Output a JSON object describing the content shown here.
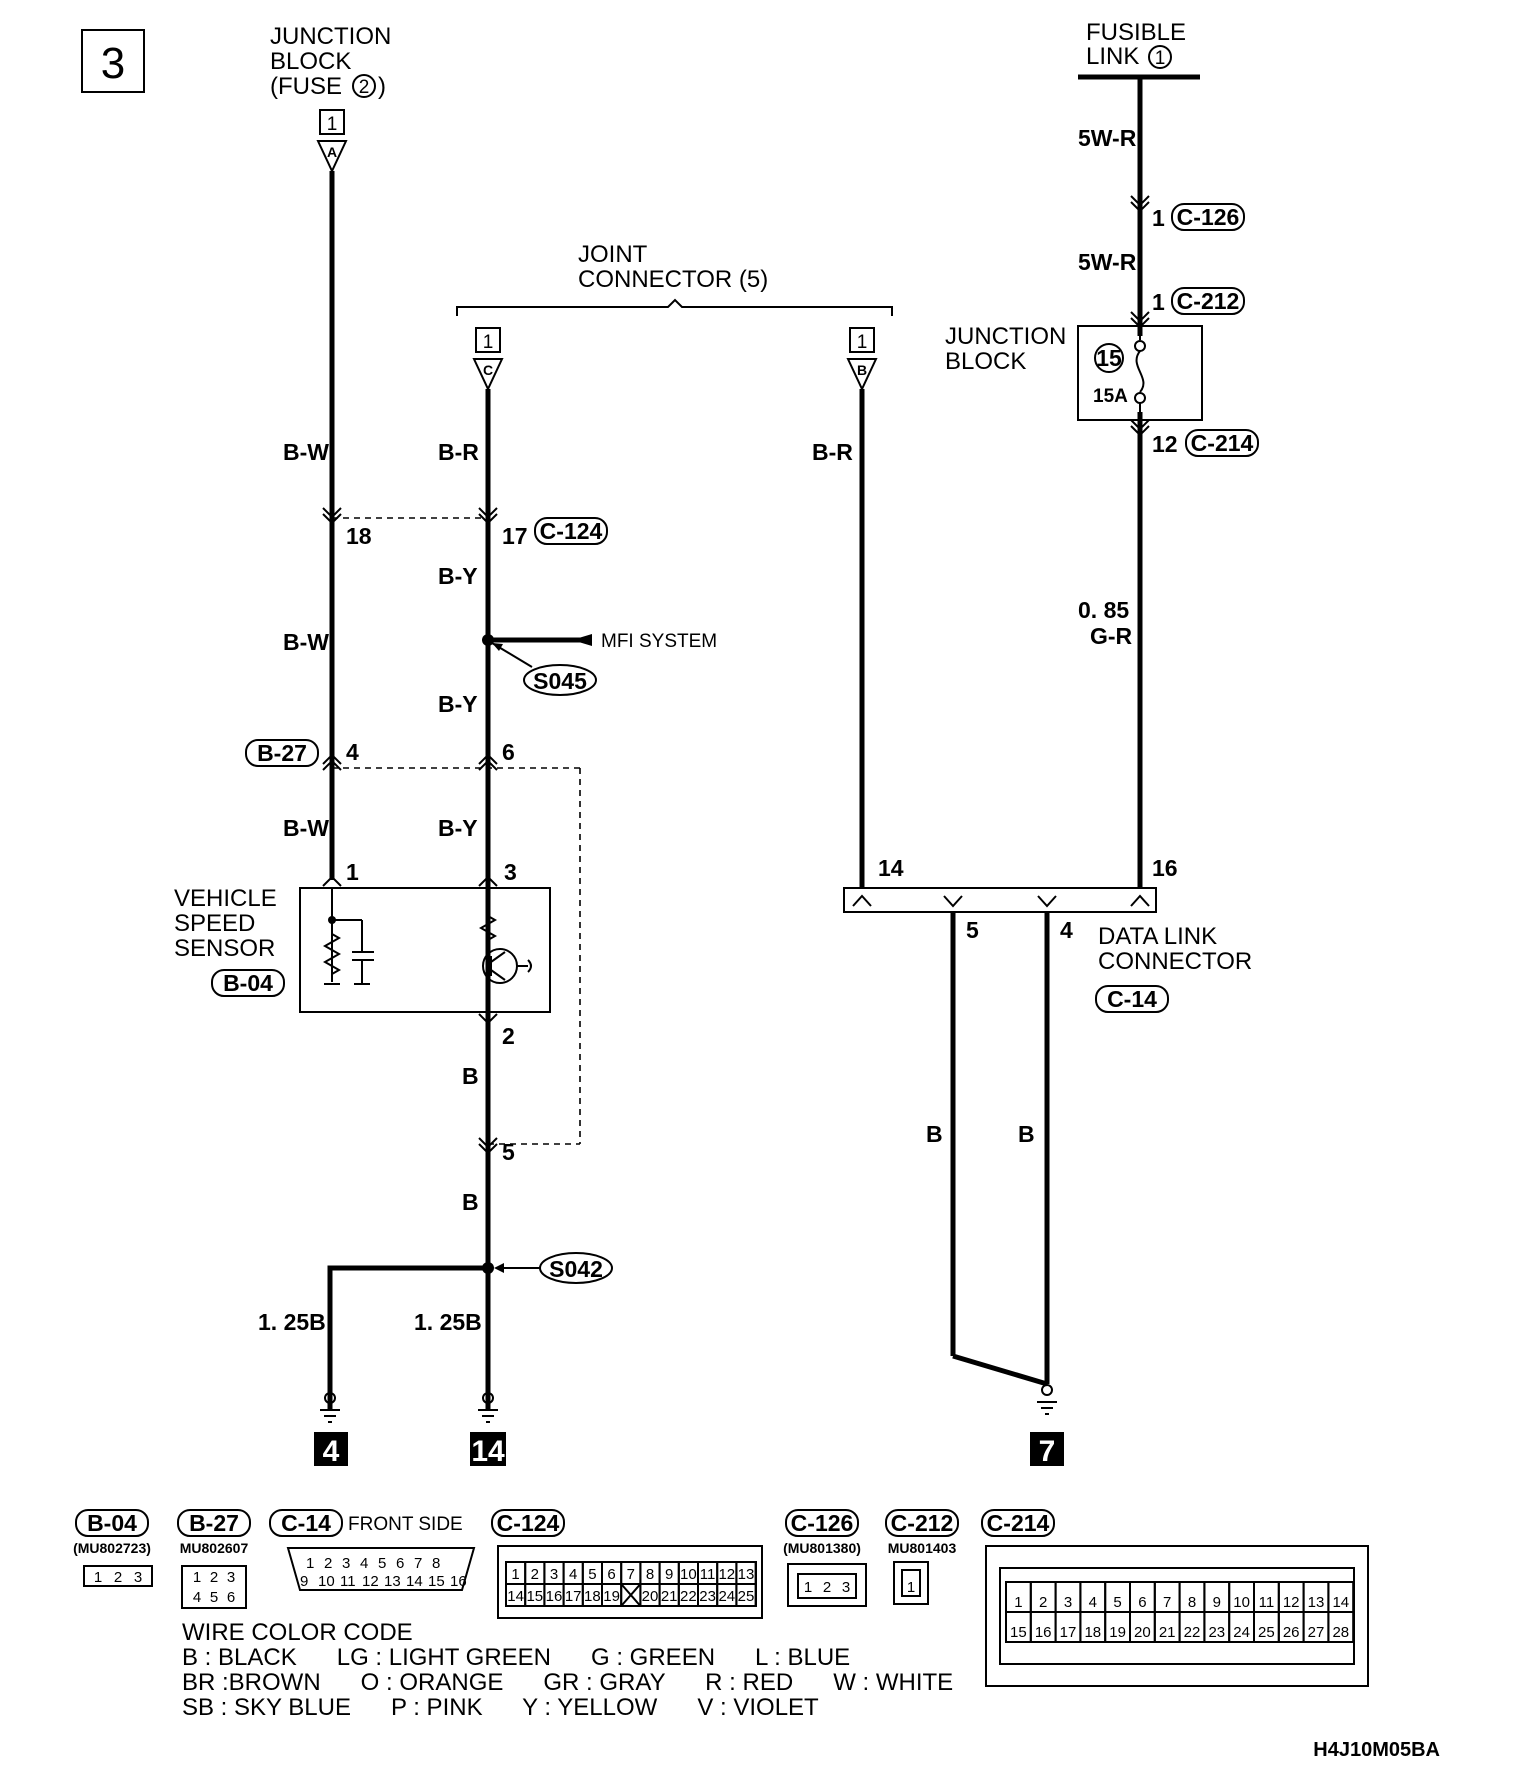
{
  "page_number": "3",
  "labels": {
    "junction_block_fuse": [
      "JUNCTION",
      "BLOCK",
      "(FUSE",
      "2",
      ")"
    ],
    "fusible_link": [
      "FUSIBLE",
      "LINK",
      "1"
    ],
    "joint_connector": [
      "JOINT",
      "CONNECTOR (5)"
    ],
    "junction_block": [
      "JUNCTION",
      "BLOCK"
    ],
    "vehicle_speed_sensor": [
      "VEHICLE",
      "SPEED",
      "SENSOR"
    ],
    "data_link_connector": [
      "DATA LINK",
      "CONNECTOR"
    ],
    "mfi_system": "MFI SYSTEM",
    "fuse_number": "15",
    "fuse_rating": "15A"
  },
  "connector_refs": {
    "c126": "C-126",
    "c212": "C-212",
    "c214": "C-214",
    "c124": "C-124",
    "b27": "B-27",
    "b04": "B-04",
    "c14": "C-14"
  },
  "splices": {
    "s045": "S045",
    "s042": "S042"
  },
  "wires": {
    "bw": "B-W",
    "br": "B-R",
    "by": "B-Y",
    "b": "B",
    "b125": "1. 25B",
    "w5r": "5W-R",
    "g085": "0. 85",
    "gr": "G-R"
  },
  "pins": {
    "p1": "1",
    "p2": "2",
    "p3": "3",
    "p4": "4",
    "p5": "5",
    "p6": "6",
    "p12": "12",
    "p14": "14",
    "p16": "16",
    "p17": "17",
    "p18": "18",
    "box1": "1",
    "tri_a": "A",
    "tri_b": "B",
    "tri_c": "C"
  },
  "grounds": {
    "g4": "4",
    "g14": "14",
    "g7": "7"
  },
  "connector_views": {
    "b04": {
      "tag": "B-04",
      "part": "(MU802723)",
      "pins": [
        "1",
        "2",
        "3"
      ]
    },
    "b27": {
      "tag": "B-27",
      "part": "MU802607",
      "pins": [
        "1",
        "2",
        "3",
        "4",
        "5",
        "6"
      ]
    },
    "c14": {
      "tag": "C-14",
      "note": "FRONT SIDE",
      "row1": [
        "1",
        "2",
        "3",
        "4",
        "5",
        "6",
        "7",
        "8"
      ],
      "row2": [
        "9",
        "10",
        "11",
        "12",
        "13",
        "14",
        "15",
        "16"
      ]
    },
    "c124": {
      "tag": "C-124",
      "row1": [
        "1",
        "2",
        "3",
        "4",
        "5",
        "6",
        "7",
        "8",
        "9",
        "10",
        "11",
        "12",
        "13"
      ],
      "row2": [
        "14",
        "15",
        "16",
        "17",
        "18",
        "19",
        "",
        "20",
        "21",
        "22",
        "23",
        "24",
        "25"
      ]
    },
    "c126": {
      "tag": "C-126",
      "part": "(MU801380)",
      "pins": [
        "1",
        "2",
        "3"
      ]
    },
    "c212": {
      "tag": "C-212",
      "part": "MU801403",
      "pins": [
        "1"
      ]
    },
    "c214": {
      "tag": "C-214",
      "row1": [
        "1",
        "2",
        "3",
        "4",
        "5",
        "6",
        "7",
        "8",
        "9",
        "10",
        "11",
        "12",
        "13",
        "14"
      ],
      "row2": [
        "15",
        "16",
        "17",
        "18",
        "19",
        "20",
        "21",
        "22",
        "23",
        "24",
        "25",
        "26",
        "27",
        "28"
      ]
    }
  },
  "color_code": {
    "title": "WIRE COLOR CODE",
    "lines": [
      "B : BLACK      LG : LIGHT GREEN      G : GREEN      L : BLUE",
      "BR :BROWN      O : ORANGE      GR : GRAY      R : RED      W : WHITE",
      "SB : SKY BLUE      P : PINK      Y : YELLOW      V : VIOLET"
    ]
  },
  "figure_code": "H4J10M05BA"
}
